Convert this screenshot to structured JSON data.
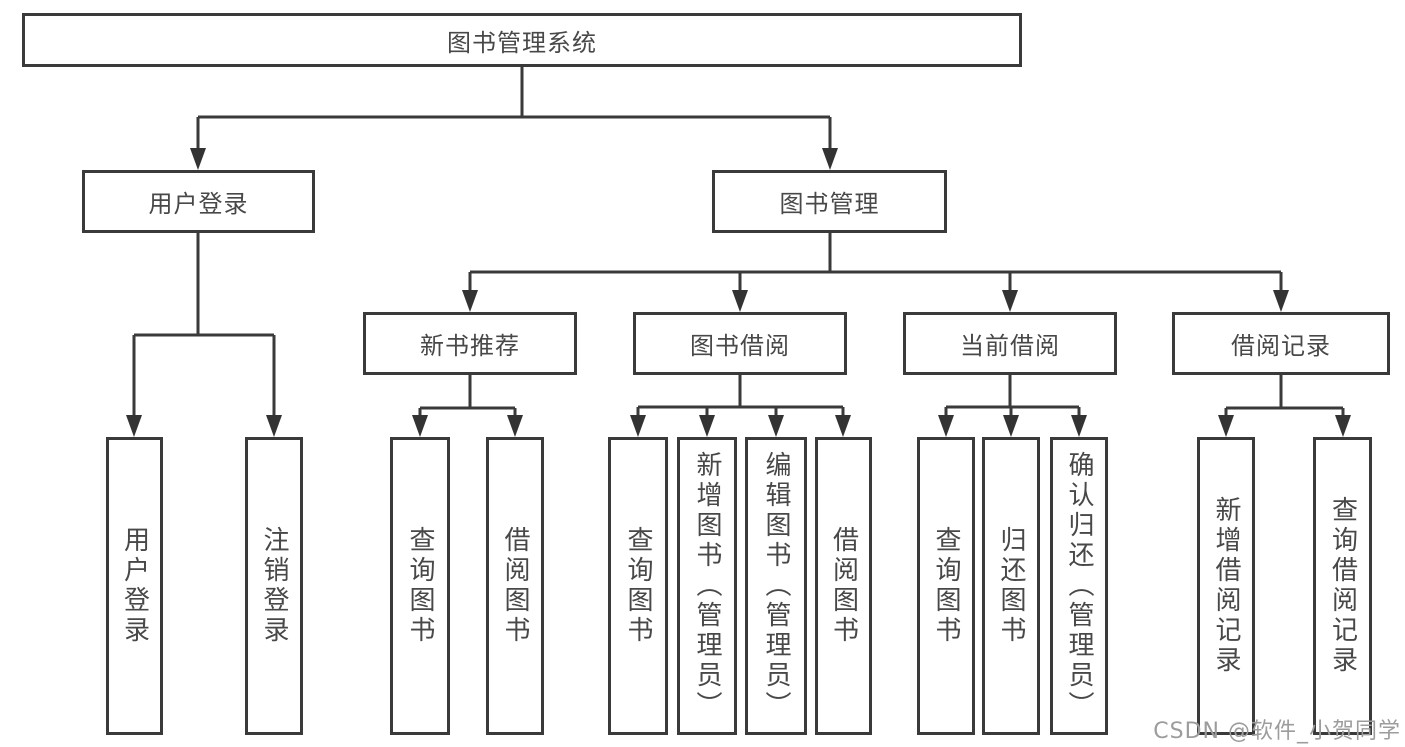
{
  "tree": {
    "label": "图书管理系统",
    "children": [
      {
        "label": "用户登录",
        "children": [
          {
            "label": "用户登录"
          },
          {
            "label": "注销登录"
          }
        ]
      },
      {
        "label": "图书管理",
        "children": [
          {
            "label": "新书推荐",
            "children": [
              {
                "label": "查询图书"
              },
              {
                "label": "借阅图书"
              }
            ]
          },
          {
            "label": "图书借阅",
            "children": [
              {
                "label": "查询图书"
              },
              {
                "label": "新增图书（管理员）"
              },
              {
                "label": "编辑图书（管理员）"
              },
              {
                "label": "借阅图书"
              }
            ]
          },
          {
            "label": "当前借阅",
            "children": [
              {
                "label": "查询图书"
              },
              {
                "label": "归还图书"
              },
              {
                "label": "确认归还（管理员）"
              }
            ]
          },
          {
            "label": "借阅记录",
            "children": [
              {
                "label": "新增借阅记录"
              },
              {
                "label": "查询借阅记录"
              }
            ]
          }
        ]
      }
    ]
  },
  "watermark": "CSDN @软件_小贺同学",
  "colors": {
    "line": "#3a3a3a",
    "box_border": "#3a3a3a",
    "box_background": "#ffffff",
    "text": "#484848",
    "watermark": "#9c9c9c"
  }
}
